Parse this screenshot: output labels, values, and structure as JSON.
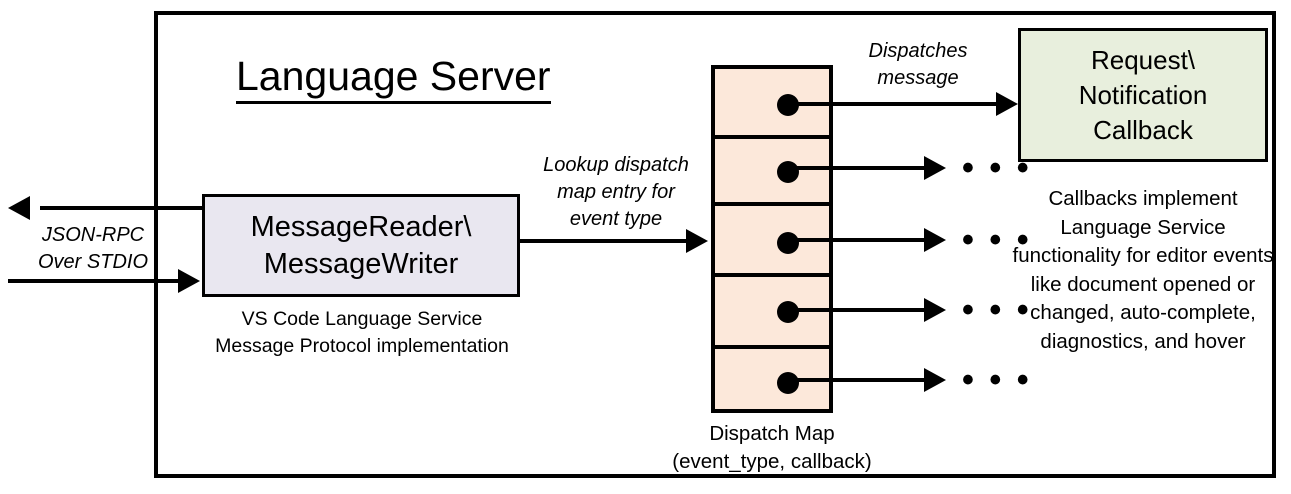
{
  "diagram": {
    "title": "Language Server",
    "outer_border_color": "#000000"
  },
  "message_box": {
    "line1": "MessageReader\\",
    "line2": "MessageWriter",
    "fill_color": "#E9E7F0",
    "caption_line1": "VS Code Language Service",
    "caption_line2": "Message Protocol implementation"
  },
  "dispatch_map": {
    "fill_color": "#FCE8DA",
    "row_count": 5,
    "caption_line1": "Dispatch Map",
    "caption_line2": "(event_type, callback)"
  },
  "callback_box": {
    "line1": "Request\\",
    "line2": "Notification",
    "line3": "Callback",
    "fill_color": "#E8EFDD",
    "caption": "Callbacks implement Language Service functionality for editor events like document opened or changed, auto-complete, diagnostics, and hover"
  },
  "labels": {
    "jsonrpc": "JSON-RPC\nOver STDIO",
    "lookup": "Lookup dispatch\nmap entry for\nevent type",
    "dispatches": "Dispatches\nmessage",
    "ellipsis": "• • •"
  }
}
